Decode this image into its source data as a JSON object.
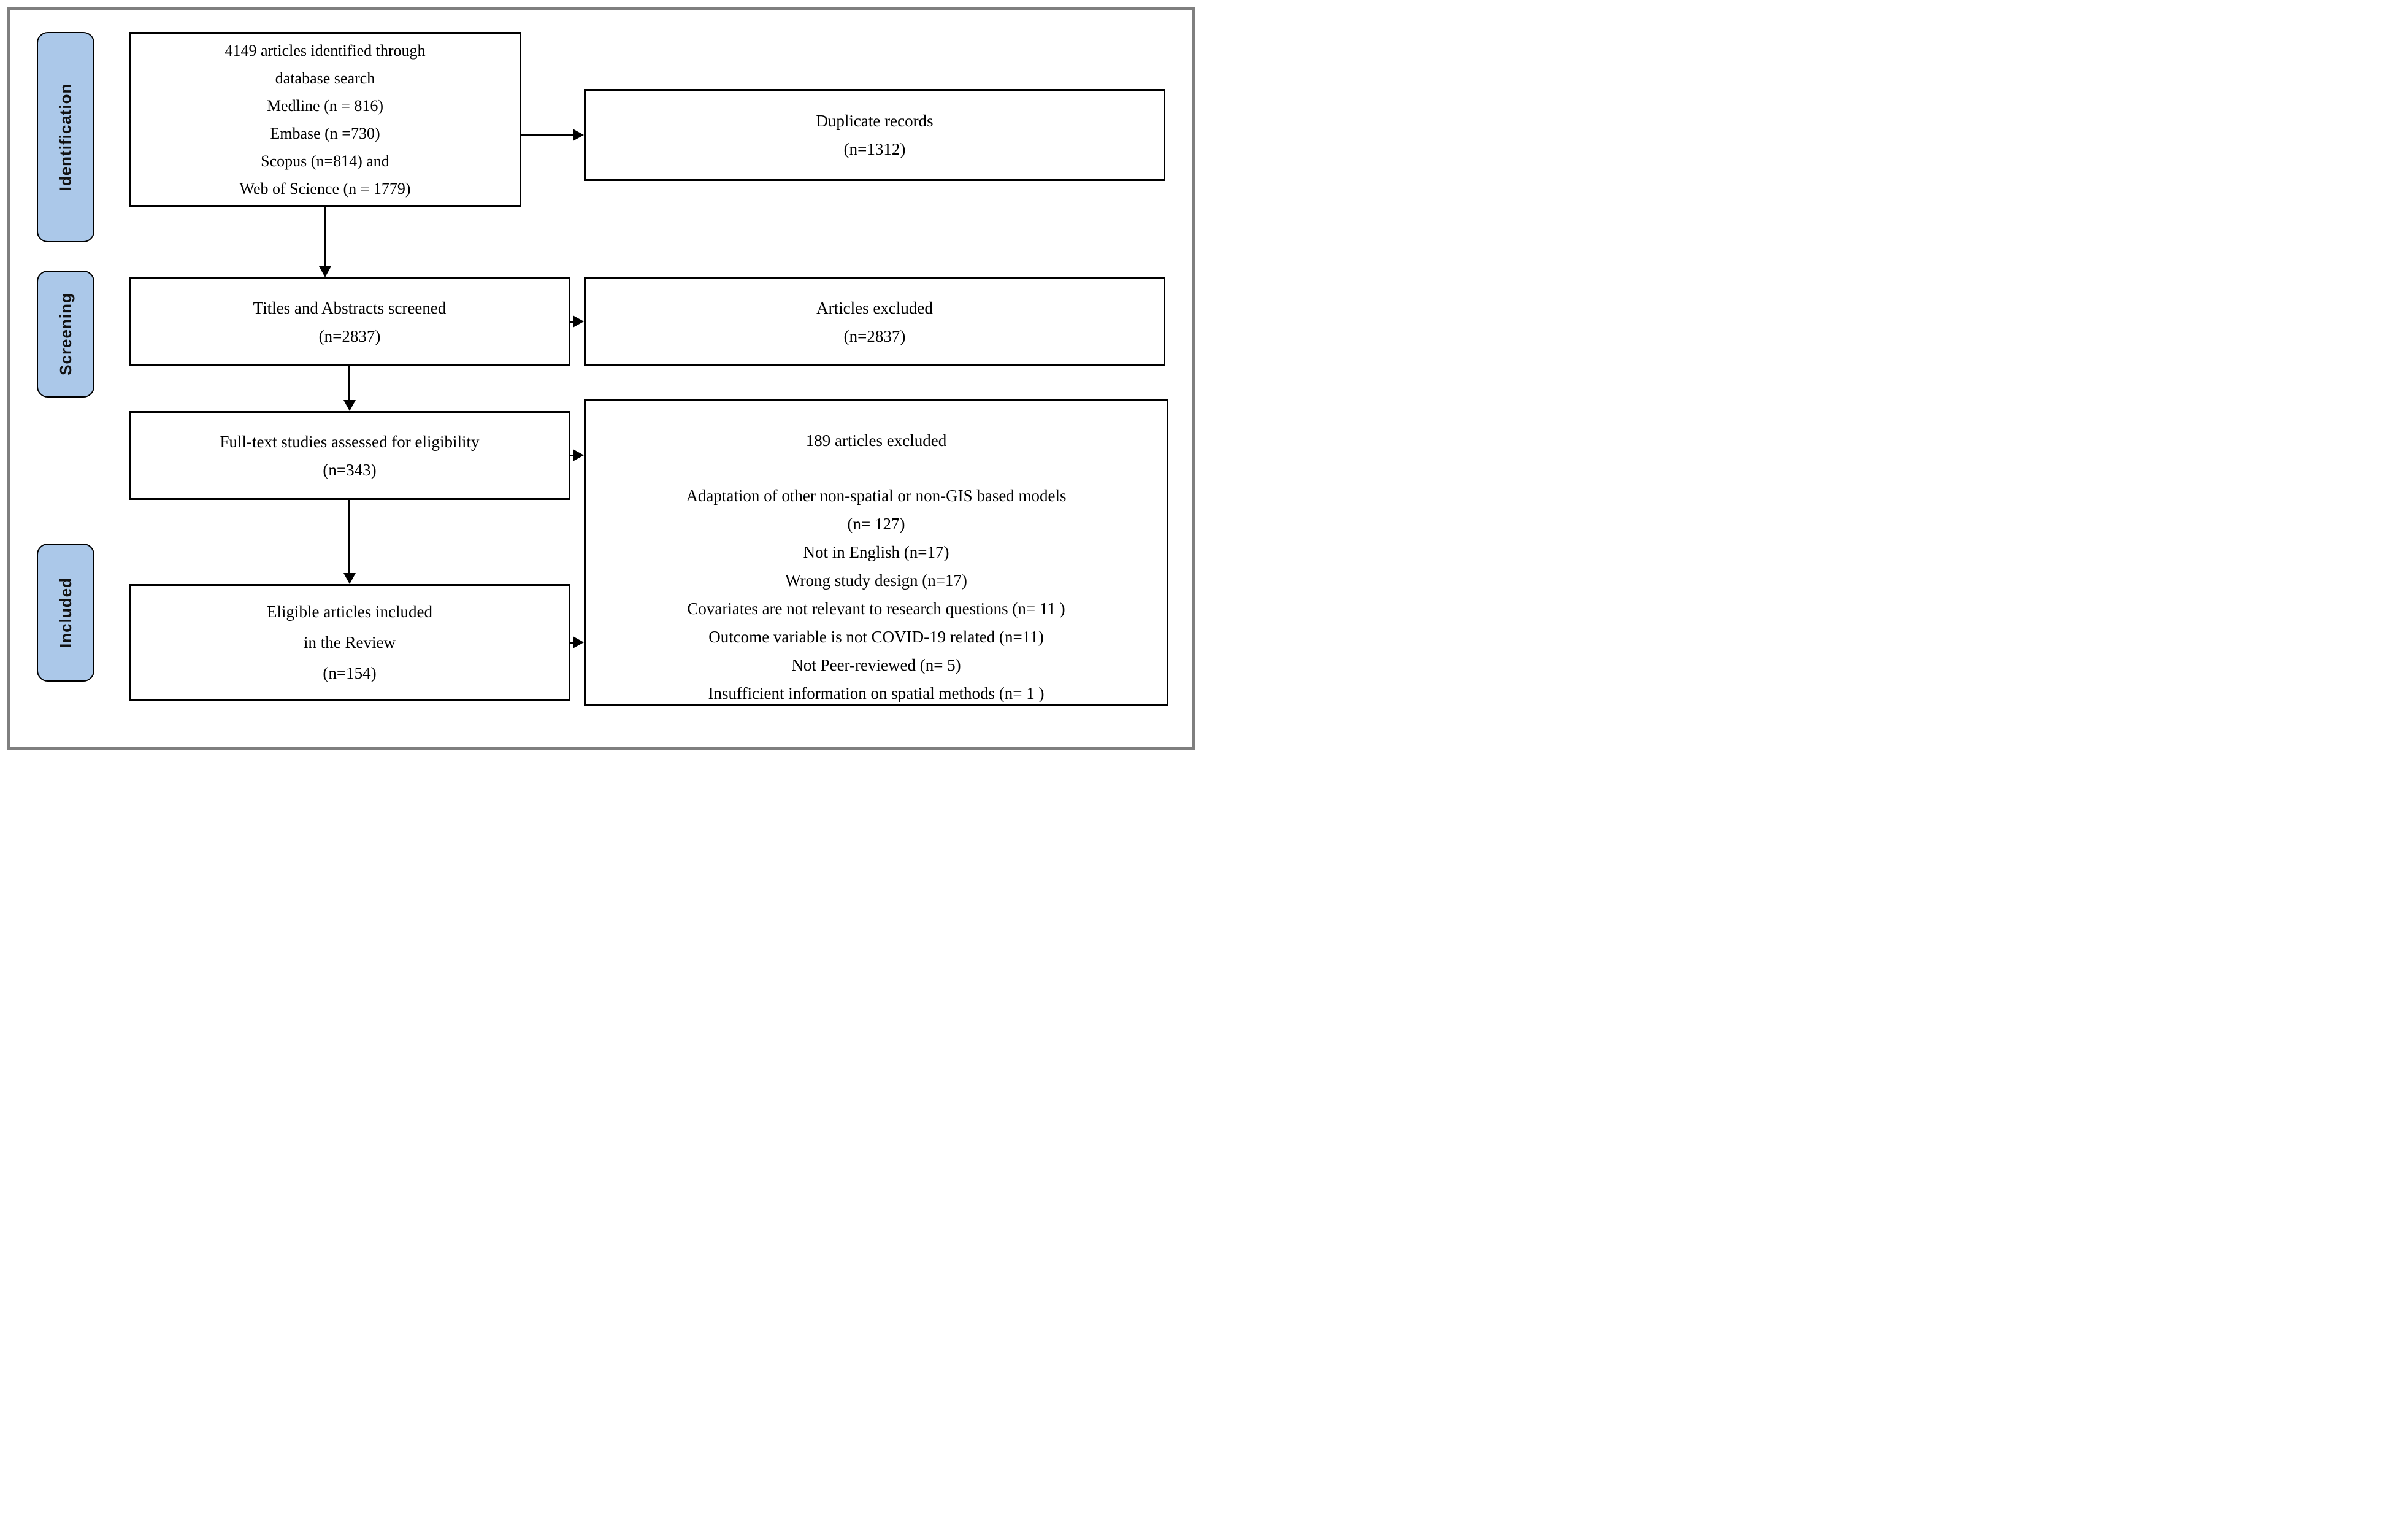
{
  "figure": {
    "kind": "PRISMA flow diagram",
    "colors": {
      "stage_fill": "#abc8e9",
      "box_border": "#000000",
      "outer_border": "#7f7f7f"
    },
    "stages": {
      "identification": "Identification",
      "screening": "Screening",
      "included": "Included"
    },
    "boxes": {
      "identified": {
        "lines": [
          "4149 articles identified  through",
          "database search",
          "Medline  (n = 816)",
          "Embase (n =730)",
          "Scopus (n=814) and",
          "Web of Science (n = 1779)"
        ]
      },
      "duplicates": {
        "lines": [
          "Duplicate  records",
          "(n=1312)"
        ]
      },
      "screened": {
        "lines": [
          "Titles  and Abstracts screened",
          "(n=2837)"
        ]
      },
      "excluded_screening": {
        "lines": [
          "Articles  excluded",
          "(n=2837)"
        ]
      },
      "fulltext": {
        "lines": [
          "Full-text  studies assessed for eligibility",
          "(n=343)"
        ]
      },
      "excluded_fulltext": {
        "title": "189 articles excluded",
        "reasons": [
          "Adaptation of other non-spatial or non-GIS based models",
          "(n= 127)",
          "Not in English  (n=17)",
          "Wrong study design (n=17)",
          "Covariates are not relevant  to research questions (n= 11 )",
          "Outcome variable  is not COVID-19 related  (n=11)",
          "Not Peer-reviewed  (n= 5)",
          "Insufficient  information  on spatial methods (n= 1 )"
        ]
      },
      "included": {
        "lines": [
          "Eligible  articles included",
          "in the Review",
          "(n=154)"
        ]
      }
    }
  }
}
